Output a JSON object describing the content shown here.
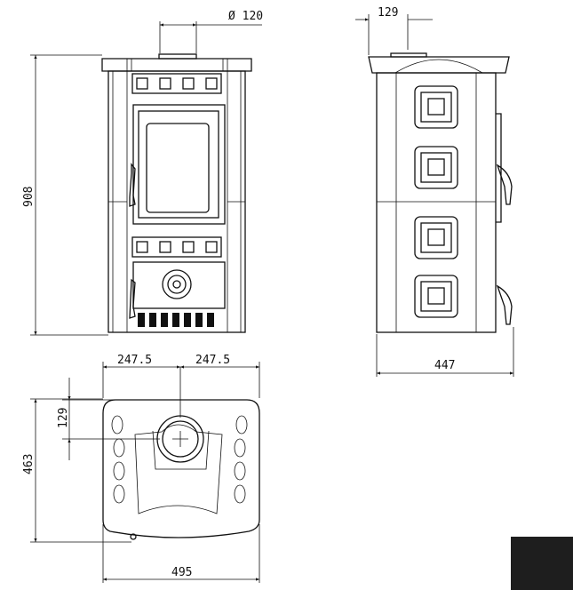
{
  "front_view": {
    "flue_diameter_label": "Ø 120",
    "height_label": "908"
  },
  "side_view": {
    "flue_offset_label": "129",
    "depth_label": "447"
  },
  "top_view": {
    "half_width_left_label": "247.5",
    "half_width_right_label": "247.5",
    "flue_offset_label": "129",
    "depth_label": "463",
    "width_label": "495"
  }
}
